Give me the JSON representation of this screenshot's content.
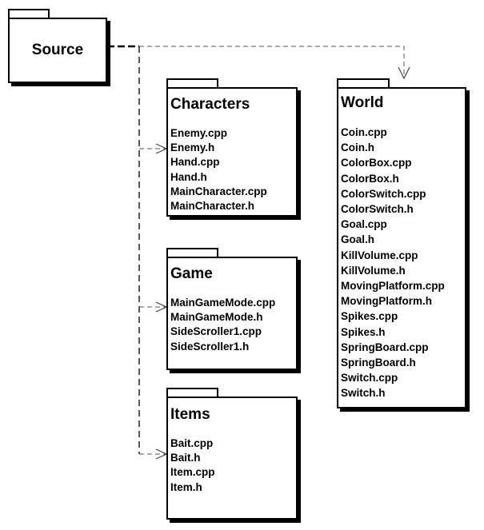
{
  "source": {
    "title": "Source"
  },
  "characters": {
    "title": "Characters",
    "files": [
      "Enemy.cpp",
      "Enemy.h",
      "Hand.cpp",
      "Hand.h",
      "MainCharacter.cpp",
      "MainCharacter.h"
    ]
  },
  "game": {
    "title": "Game",
    "files": [
      "MainGameMode.cpp",
      "MainGameMode.h",
      "SideScroller1.cpp",
      "SideScroller1.h"
    ]
  },
  "items": {
    "title": "Items",
    "files": [
      "Bait.cpp",
      "Bait.h",
      "Item.cpp",
      "Item.h"
    ]
  },
  "world": {
    "title": "World",
    "files": [
      "Coin.cpp",
      "Coin.h",
      "ColorBox.cpp",
      "ColorBox.h",
      "ColorSwitch.cpp",
      "ColorSwitch.h",
      "Goal.cpp",
      "Goal.h",
      "KillVolume.cpp",
      "KillVolume.h",
      "MovingPlatform.cpp",
      "MovingPlatform.h",
      "Spikes.cpp",
      "Spikes.h",
      "SpringBoard.cpp",
      "SpringBoard.h",
      "Switch.cpp",
      "Switch.h"
    ]
  }
}
